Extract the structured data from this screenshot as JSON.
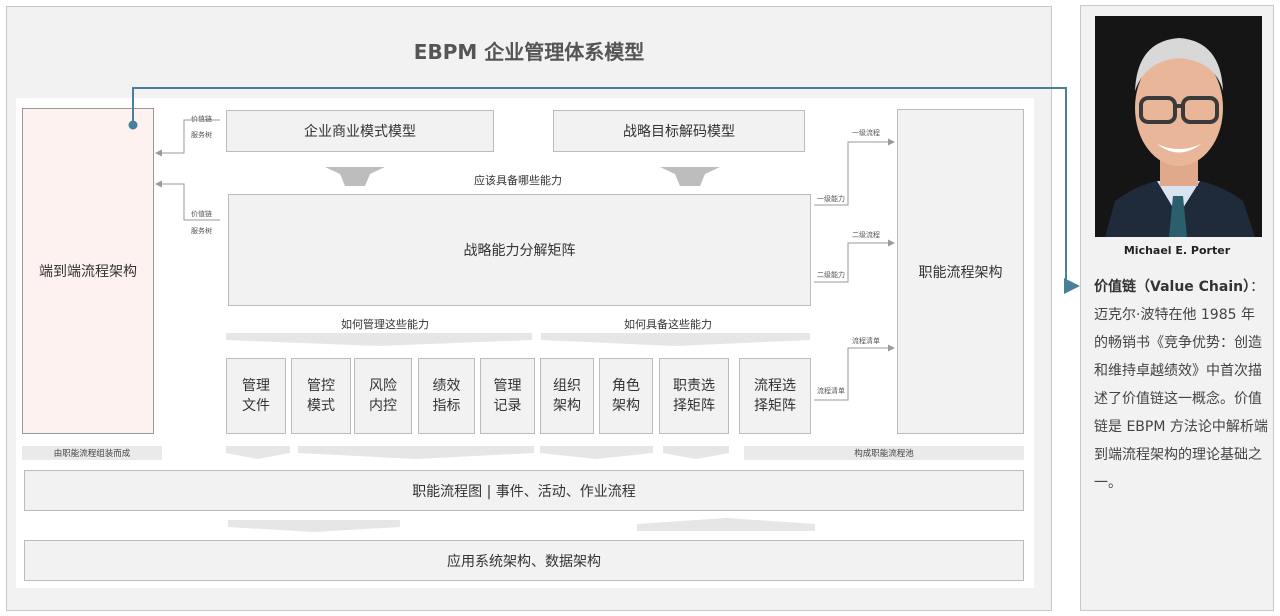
{
  "title": "EBPM 企业管理体系模型",
  "left_box": "端到端流程架构",
  "right_box": "职能流程架构",
  "top_models": [
    "企业商业模式模型",
    "战略目标解码模型"
  ],
  "capability_question": "应该具备哪些能力",
  "matrix": "战略能力分解矩阵",
  "left_small_labels": {
    "value_chain": "价值链",
    "service_tree": "服务树"
  },
  "right_small_labels": {
    "level1_process": "一级流程",
    "level1_capability": "一级能力",
    "level2_process": "二级流程",
    "level2_capability": "二级能力",
    "process_list_top": "流程清单",
    "process_list": "流程清单"
  },
  "manage_label": "如何管理这些能力",
  "possess_label": "如何具备这些能力",
  "manage_items": [
    {
      "l1": "管理",
      "l2": "文件"
    },
    {
      "l1": "管控",
      "l2": "模式"
    },
    {
      "l1": "风险",
      "l2": "内控"
    },
    {
      "l1": "绩效",
      "l2": "指标"
    },
    {
      "l1": "管理",
      "l2": "记录"
    }
  ],
  "possess_items": [
    {
      "l1": "组织",
      "l2": "架构"
    },
    {
      "l1": "角色",
      "l2": "架构"
    },
    {
      "l1": "职责选",
      "l2": "择矩阵"
    },
    {
      "l1": "流程选",
      "l2": "择矩阵"
    }
  ],
  "band_left": "由职能流程组装而成",
  "band_right": "构成职能流程池",
  "process_bar": "职能流程图 | 事件、活动、作业流程",
  "system_bar": "应用系统架构、数据架构",
  "sidebar": {
    "name": "Michael E. Porter",
    "heading": "价值链（Value Chain）",
    "body": "：迈克尔·波特在他 1985 年的畅销书《竞争优势：创造和维持卓越绩效》中首次描述了价值链这一概念。价值链是 EBPM 方法论中解析端到端流程架构的理论基础之一。"
  },
  "colors": {
    "accent": "#4a7f9b",
    "box_fill": "#f2f2f2",
    "left_fill": "#fdf2ef",
    "border": "#bcbcbc"
  }
}
